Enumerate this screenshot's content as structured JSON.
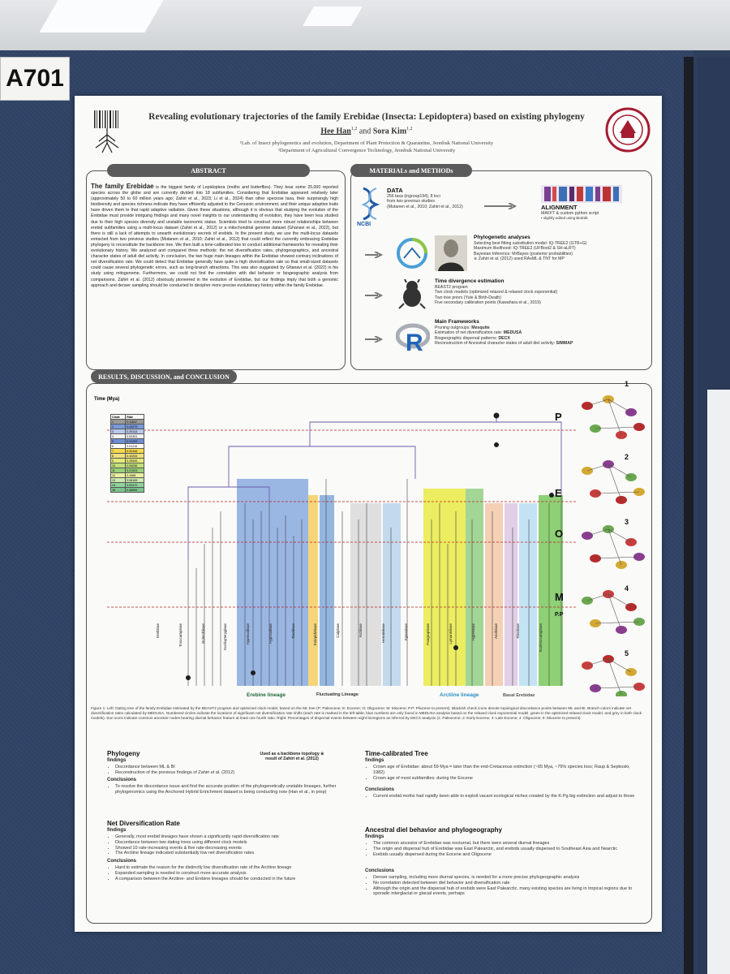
{
  "booth_tag": "A701",
  "poster": {
    "title": "Revealing evolutionary trajectories of the family Erebidae (Insecta: Lepidoptera) based on existing phylogeny",
    "author1": "Hee Han",
    "author1_sup": "1,2",
    "author_and": " and ",
    "author2": "Sora Kim",
    "author2_sup": "1,2",
    "affiliation1": "¹Lab. of Insect phylogenetics and evolution, Department of Plant Protection & Quarantine, Jeonbuk National University",
    "affiliation2": "²Department of Agricultural Convergence Technology, Jeonbuk National University"
  },
  "abstract": {
    "header": "ABSTRACT",
    "lead": "The family Erebidae",
    "text": " is the biggest family of Lepidoptera (moths and butterflies). They bear some 25,000 reported species across the globe and are currently divided into 18 subfamilies. Considering that Erebidae appeared relatively later (approximately 50 to 60 million years ago; Zahiri et al., 2023; Li et al., 2024) than other speciose taxa, their surprisingly high biodiversity and species richness indicate they have efficiently adjusted to the Cenozoic environment, and their unique adaptive traits have driven them to that rapid adaptive radiation. Given these situations, although it is obvious that studying the evolution of the Erebidae must provide intriguing findings and many novel insights to our understanding of evolution, they have been less studied due to their high species diversity and unstable taxonomic status. Scientists tried to construct more robust relationships between erebid subfamilies using a multi-locus dataset (Zahiri et al., 2012) or a mitochondrial genome dataset (Ghanavi et al., 2022), but there is still a lack of attempts to unearth evolutionary secrets of erebids. In the present study, we use the multi-locus datasets extracted from two previous studies (Mutanen et al., 2010; Zahiri et al., 2012) that could reflect the currently embracing Erebidae phylogeny to reconstitute the backbone tree. We then built a time-calibrated tree to conduct additional frameworks for revealing their evolutionary history. We analyzed and compared three methods: the net diversification rates, phylogeographics, and ancestral character states of adult diel activity. In conclusion, the two huge main lineages within the Erebidae showed contrary inclinations of net diversification rate. We could detect that Erebidae generally have quite a high diversification rate so that small-sized datasets could cause several phylogenetic errors, such as long-branch attractions. This was also suggested by Ghanavi et al. (2022) in his study using mitogenome. Furthermore, we could not find the correlation with diel behavior or biogeographic analysis from comparisons. Zahiri et al. (2012) obviously pioneered in the evolution of Erebidae, but our findings imply that both a genomic approach and denser sampling should be conducted to decipher more precise evolutionary history within the family Erebidae."
  },
  "methods": {
    "header": "MATERIALs and METHODs",
    "data_title": "DATA",
    "data_lines": [
      "256 taxa (ingroup194), 8 loci",
      "from two previous studies",
      "(Mutanen et al., 2010; Zahiri et al., 2012)"
    ],
    "ncbi": "NCBI",
    "alignment_title": "ALIGNMENT",
    "alignment_lines": [
      "MAFFT & custom python script",
      "• slightly edited using BioEdit"
    ],
    "phylo_title": "Phylogenetic analyses",
    "phylo_lines": [
      "Selecting best fitting substitution model: IQ-TREE2 (GTR+G)",
      "Maximum likelihood: IQ-TREE2 (UFBoot2 & SH-aLRT)",
      "Bayesian Inference: MrBayes (posterior probabilities)",
      "※ Zahiri et al. (2012) used RAxML & TNT for MP"
    ],
    "time_title": "Time divergence estimation",
    "time_lines": [
      "BEAST2 program",
      "Two clock models (optimized relaxed & relaxed clock exponential)",
      "Two tree priors (Yule & Birth-Death)",
      "Five secondary calibration points (Kawahara et al., 2019)"
    ],
    "frame_title": "Main Frameworks",
    "frame_lines": [
      {
        "label": "Pruning outgroups: ",
        "tool": "Mesquite"
      },
      {
        "label": "Estimation of net diversification rate: ",
        "tool": "MEDUSA"
      },
      {
        "label": "Biogeographic dispersal patterns: ",
        "tool": "DECX"
      },
      {
        "label": "Reconstruction of Ancestral character states of adult diel activity: ",
        "tool": "SIMMAP"
      }
    ]
  },
  "results": {
    "header": "RESULTS, DISCUSSION, and CONCLUSION",
    "time_label": "Time (Mya)",
    "rate_table": {
      "headers": [
        "Clade",
        "Rate"
      ],
      "rows": [
        [
          "1",
          "0.11647"
        ],
        [
          "2",
          "0.44279"
        ],
        [
          "3",
          "0.29143"
        ],
        [
          "4",
          "0.02401"
        ],
        [
          "5",
          "0.31209"
        ],
        [
          "6",
          "0.01216"
        ],
        [
          "7",
          "0.32448"
        ],
        [
          "8",
          "0.10234"
        ],
        [
          "9",
          "0.25939"
        ],
        [
          "10",
          "0.20036"
        ],
        [
          "11",
          "0.21923"
        ],
        [
          "12",
          "0.1466"
        ],
        [
          "13",
          "0.08155"
        ],
        [
          "14",
          "0.00472"
        ],
        [
          "15",
          "0.38909"
        ]
      ]
    },
    "eras": [
      "P",
      "E",
      "O",
      "M",
      "P.P"
    ],
    "map_numbers": [
      "1",
      "2",
      "3",
      "4",
      "5"
    ],
    "subfamilies": [
      "Erebinae",
      "Toxocampinae",
      "Boletobiinae",
      "Scoliopteryginae",
      "Hypenodinae",
      "Hypocalinae",
      "Tinoliinae",
      "Eulepidotinae",
      "Calpinae",
      "Arctiinae",
      "Herminiinae",
      "Aganainae",
      "Pangraptinae",
      "Lymantriinae",
      "Hypeninae",
      "Anobinae",
      "Rivulinae",
      "Scolecocampinae"
    ],
    "lineages": {
      "erebine": "Erebine lineage",
      "fluctuating": "Fluctuating Lineage",
      "arctiine": "Arctiine lineage",
      "basal": "Basal Erebidae"
    },
    "callout": "Used as a backbone topology ※ result of Zahiri et al. (2012)",
    "caption": "Figure 1: Left: Dating tree of the family Erebidae estimated by the BEAST2 program and optimized clock model, based on the ML tree (P: Paleocene; E: Eocene; O: Oligocene; M: Miocene; P.P: Pliocene to present). Blackish check icons denote topological discordance points between ML and BI. Branch colors indicate net diversification rates calculated by MEDUSA. Numbered circles indicate the locations of significant net diversification rate shifts (each rate is marked in the left table; blue numbers are only found in MEDUSA analysis based on the relaxed clock exponential model, green in the optimized relaxed clock model, and grey in both clock models). Sun icons indicate common ancestor nodes bearing diurnal behavior feature at least one fourth ratio. Right: Percentages of dispersal events between eight bioregions as inferred by DECX analysis (1: Paleocene; 2: Early Eocene; 3: Late Eocene; 4: Oligocene; 5: Miocene to present)."
  },
  "findings": {
    "phylogeny": {
      "title": "Phylogeny",
      "sub1": "findings",
      "items1": [
        "Discordance between ML & BI",
        "Reconstruction of the previous findings of Zahiri et al. (2012)"
      ],
      "sub2": "Conclusions",
      "items2": [
        "To resolve the discordance issue and find the accurate position of the phylogenetically unstable lineages, further phylogenomics using the Anchored Hybrid Enrichment dataset is being conducting now (Han et al., in prep)"
      ]
    },
    "netdiv": {
      "title": "Net Diversification Rate",
      "sub1": "findings",
      "items1": [
        "Generally, most erebid lineages have shown a significantly rapid diversification rate",
        "Discordance between two dating trees using different clock models",
        "Showed 10 rate-increasing events & five rate-decreasing events",
        "The Arctiine lineage indicated substantially low net diversification rates"
      ],
      "sub2": "Conclusions",
      "items2": [
        "Hard to estimate the reason for the distinctly low diversification rate of the Arctiine lineage",
        "Expanded sampling is needed to construct more accurate analysis",
        "A comparison between the Arctiine- and Erebine lineages should be conducted in the future"
      ]
    },
    "timecal": {
      "title": "Time-calibrated Tree",
      "sub1": "findings",
      "items1": [
        "Crown age of Erebidae: about 59 Mya = later than the end-Cretaceous extinction (~65 Mya, ~76% species loss; Raup & Sepkoski, 1982)",
        "Crown age of most subfamilies: during the Eocene"
      ],
      "sub2": "Conclusions",
      "items2": [
        "Current erebid moths had rapidly been able to exploit vacant ecological niches created by the K-Pg big extinction and adjust to those"
      ]
    },
    "diel": {
      "title": "Ancestral diel behavior and phylogeography",
      "sub1": "findings",
      "items1": [
        "The common ancestor of Erebidae was nocturnal, but there were several diurnal lineages",
        "The origin and dispersal hub of Erebidae was East Palearctic, and erebids usually dispersed to Southeast Asia and Nearctic",
        "Erebids usually dispersed during the Eocene and Oligocene"
      ],
      "sub2": "Conclusions",
      "items2": [
        "Denser sampling, including more diurnal species, is needed for a more precise phylogeographic analysis",
        "No correlation detected between diel behavior and diversification rate",
        "Although the origin and the dispersal hub of erebids were East Palearctic, many existing species are living in tropical regions due to sporadic interglacial or glacial events, perhaps"
      ]
    }
  },
  "colors": {
    "board": "#2e3f5c",
    "header": "#5b5b5b",
    "erebine": "#1f5fbf",
    "arctiine": "#2a8fc6",
    "highlight_yellow": "#e8ea3a",
    "highlight_green": "#69c24a"
  }
}
